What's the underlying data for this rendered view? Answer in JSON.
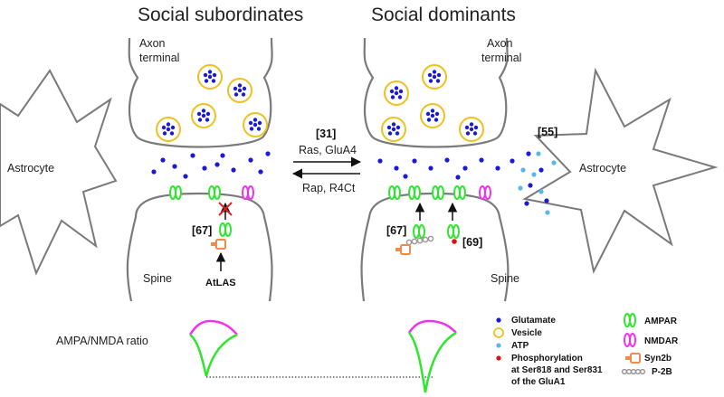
{
  "titles": {
    "left": "Social subordinates",
    "right": "Social dominants"
  },
  "labels": {
    "axon_terminal_line1": "Axon",
    "axon_terminal_line2": "terminal",
    "astrocyte": "Astrocyte",
    "spine": "Spine",
    "atlas": "AtLAS",
    "ratio": "AMPA/NMDA ratio"
  },
  "center": {
    "ref": "[31]",
    "forward": "Ras, GluA4",
    "reverse": "Rap, R4Ct"
  },
  "refs": {
    "r55": "[55]",
    "r67": "[67]",
    "r69": "[69]"
  },
  "legend": {
    "glutamate": "Glutamate",
    "vesicle": "Vesicle",
    "atp": "ATP",
    "phospho_1": "Phosphorylation",
    "phospho_2": "at Ser818 and Ser831",
    "phospho_3": "of the GluA1",
    "ampar": "AMPAR",
    "nmdar": "NMDAR",
    "syn2b": "Syn2b",
    "p2b": "P-2B"
  },
  "colors": {
    "glutamate": "#1a1ad6",
    "vesicle": "#f0c020",
    "atp": "#59b7ec",
    "phospho": "#e01010",
    "ampar": "#2ee62e",
    "nmdar": "#ee33ee",
    "syn2b": "#f08a4b",
    "p2b": "#9a9a9a",
    "membrane": "#7a7a7a"
  }
}
